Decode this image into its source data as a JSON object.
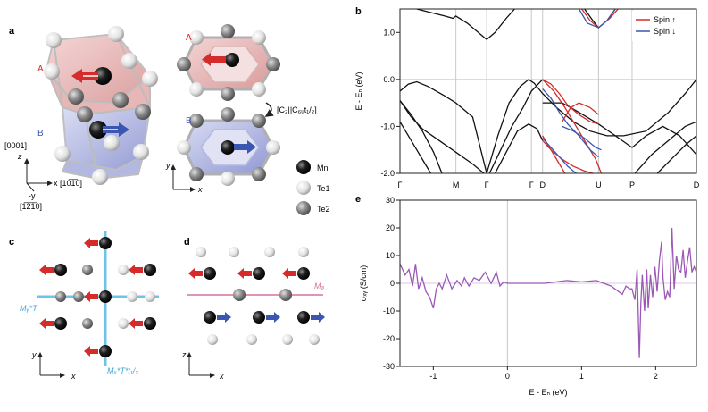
{
  "panels": {
    "a": {
      "label": "a",
      "sublattice_a": "A",
      "sublattice_b": "B",
      "operation": "[C₂||C₆ᵤt₁/₂]",
      "axis_0001": "[0001]",
      "axis_z": "z",
      "axis_x": "x [10̅1̅0]",
      "axis_neg_y": "-y",
      "axis_1210": "[1̅2̅1̅0]",
      "axis_y2": "y",
      "axis_x2": "x",
      "legend": [
        "Mn",
        "Te1",
        "Te2"
      ]
    },
    "c": {
      "label": "c",
      "m1": "Mᵧ*T",
      "m2": "Mₓ*T*t₁/₂",
      "axis_y": "y",
      "axis_x": "x"
    },
    "d": {
      "label": "d",
      "mz": "Mᵩ",
      "axis_z": "z",
      "axis_x": "x"
    },
    "b": {
      "label": "b"
    },
    "e": {
      "label": "e"
    }
  },
  "chart_data": [
    {
      "type": "line",
      "panel": "b",
      "ylabel": "E - Eₙ (eV)",
      "ylim": [
        -2.0,
        1.5
      ],
      "yticks": [
        "1.0",
        "0.0",
        "-1.0",
        "-2.0"
      ],
      "yticks_values": [
        1.0,
        0.0,
        -1.0,
        -2.0
      ],
      "kpath": [
        "Γ",
        "M",
        "Γ",
        "Γ",
        "D",
        "U",
        "P",
        "D"
      ],
      "kpath_positions": [
        0,
        1.0,
        1.55,
        2.35,
        2.55,
        3.55,
        4.15,
        5.3
      ],
      "legend": [
        "Spin ↑",
        "Spin ↓"
      ],
      "colors": {
        "spin_up": "#d62b2b",
        "spin_down": "#3a56b0",
        "degenerate": "#111111",
        "grid": "#c8c8c8"
      },
      "series": [
        {
          "color": "#111111",
          "x": [
            0.3,
            0.8,
            0.95,
            1.0,
            1.2,
            1.4,
            1.55
          ],
          "y": [
            1.5,
            1.35,
            1.3,
            1.35,
            1.2,
            1.0,
            0.85
          ]
        },
        {
          "color": "#111111",
          "x": [
            1.55,
            1.7,
            1.9,
            2.05
          ],
          "y": [
            0.85,
            1.0,
            1.3,
            1.5
          ]
        },
        {
          "color": "#111111",
          "x": [
            3.3,
            3.45,
            3.55,
            3.7,
            3.85
          ],
          "y": [
            1.5,
            1.25,
            1.1,
            1.25,
            1.5
          ]
        },
        {
          "color": "#d62b2b",
          "x": [
            3.25,
            3.4,
            3.55,
            3.75,
            3.9
          ],
          "y": [
            1.5,
            1.25,
            1.1,
            1.3,
            1.5
          ]
        },
        {
          "color": "#3a56b0",
          "x": [
            3.2,
            3.35,
            3.55,
            3.7,
            3.85
          ],
          "y": [
            1.5,
            1.2,
            1.1,
            1.25,
            1.5
          ]
        },
        {
          "color": "#111111",
          "x": [
            0,
            0.15,
            0.3,
            0.5,
            0.8,
            1.0,
            1.3,
            1.55
          ],
          "y": [
            -0.25,
            -0.1,
            -0.05,
            -0.15,
            -0.35,
            -0.5,
            -0.8,
            -2.0
          ]
        },
        {
          "color": "#111111",
          "x": [
            0,
            0.2,
            0.4,
            0.7,
            1.0,
            1.3,
            1.5
          ],
          "y": [
            -0.45,
            -0.8,
            -1.05,
            -1.3,
            -1.55,
            -1.8,
            -2.0
          ]
        },
        {
          "color": "#111111",
          "x": [
            0,
            0.15,
            0.3,
            0.45,
            0.55
          ],
          "y": [
            -0.9,
            -1.2,
            -1.5,
            -1.8,
            -2.0
          ]
        },
        {
          "color": "#111111",
          "x": [
            0,
            0.2,
            0.4,
            0.6,
            0.75
          ],
          "y": [
            -0.45,
            -0.75,
            -1.1,
            -1.55,
            -2.0
          ]
        },
        {
          "color": "#111111",
          "x": [
            1.55,
            1.75,
            1.95,
            2.15,
            2.3,
            2.4,
            2.55
          ],
          "y": [
            -2.0,
            -1.2,
            -0.5,
            -0.15,
            0.0,
            -0.08,
            -0.3
          ]
        },
        {
          "color": "#111111",
          "x": [
            1.6,
            1.8,
            2.0,
            2.2,
            2.35,
            2.55
          ],
          "y": [
            -2.0,
            -1.5,
            -1.0,
            -0.6,
            -0.25,
            0.0
          ]
        },
        {
          "color": "#111111",
          "x": [
            1.7,
            1.9,
            2.1,
            2.3,
            2.45,
            2.55
          ],
          "y": [
            -2.0,
            -1.55,
            -1.1,
            -0.95,
            -1.05,
            -1.3
          ]
        },
        {
          "color": "#111111",
          "x": [
            2.55,
            2.9,
            3.2,
            3.55,
            3.85,
            4.15
          ],
          "y": [
            -0.5,
            -0.5,
            -0.7,
            -0.95,
            -1.2,
            -1.45
          ]
        },
        {
          "color": "#111111",
          "x": [
            2.55,
            2.8,
            3.1,
            3.4,
            3.7,
            4.0,
            4.4,
            4.8,
            5.1,
            5.3
          ],
          "y": [
            -0.3,
            -0.6,
            -0.9,
            -1.1,
            -1.2,
            -1.2,
            -1.1,
            -0.7,
            -0.3,
            0.0
          ]
        },
        {
          "color": "#111111",
          "x": [
            4.15,
            4.4,
            4.7,
            5.0,
            5.3
          ],
          "y": [
            -1.45,
            -1.2,
            -1.0,
            -1.2,
            -1.6
          ]
        },
        {
          "color": "#111111",
          "x": [
            4.2,
            4.5,
            4.8,
            5.1,
            5.3
          ],
          "y": [
            -2.0,
            -1.6,
            -1.3,
            -1.0,
            -0.9
          ]
        },
        {
          "color": "#111111",
          "x": [
            4.6,
            4.85,
            5.1,
            5.3
          ],
          "y": [
            -2.0,
            -1.7,
            -1.4,
            -1.2
          ]
        },
        {
          "color": "#d62b2b",
          "x": [
            2.55,
            2.7,
            2.85,
            3.0,
            3.2,
            3.4,
            3.55
          ],
          "y": [
            0.0,
            -0.1,
            -0.3,
            -0.55,
            -0.75,
            -0.9,
            -0.95
          ]
        },
        {
          "color": "#d62b2b",
          "x": [
            2.55,
            2.75,
            2.95,
            3.15,
            3.35,
            3.5,
            3.6
          ],
          "y": [
            0.0,
            -0.25,
            -0.6,
            -1.0,
            -1.4,
            -1.7,
            -2.0
          ]
        },
        {
          "color": "#d62b2b",
          "x": [
            2.55,
            2.7,
            2.9,
            3.1,
            3.3,
            3.45
          ],
          "y": [
            -1.3,
            -1.5,
            -1.7,
            -1.85,
            -1.95,
            -2.0
          ]
        },
        {
          "color": "#d62b2b",
          "x": [
            2.55,
            2.65,
            2.75,
            2.85,
            2.95
          ],
          "y": [
            -1.2,
            -1.4,
            -1.6,
            -1.8,
            -2.0
          ]
        },
        {
          "color": "#d62b2b",
          "x": [
            2.9,
            3.05,
            3.2,
            3.4,
            3.55
          ],
          "y": [
            -0.9,
            -0.6,
            -0.5,
            -0.6,
            -0.75
          ]
        },
        {
          "color": "#3a56b0",
          "x": [
            2.55,
            2.7,
            2.85,
            3.0,
            3.2,
            3.4,
            3.55
          ],
          "y": [
            -0.2,
            -0.4,
            -0.7,
            -0.95,
            -1.2,
            -1.5,
            -1.65
          ]
        },
        {
          "color": "#3a56b0",
          "x": [
            2.55,
            2.7,
            2.85,
            3.0,
            3.15
          ],
          "y": [
            -1.25,
            -1.45,
            -1.65,
            -1.85,
            -2.0
          ]
        },
        {
          "color": "#3a56b0",
          "x": [
            2.9,
            3.1,
            3.3,
            3.5,
            3.6
          ],
          "y": [
            -1.0,
            -1.1,
            -1.25,
            -1.45,
            -1.5
          ]
        }
      ]
    },
    {
      "type": "line",
      "panel": "e",
      "xlabel": "E - Eₙ (eV)",
      "ylabel": "σₓᵧ (S/cm)",
      "xlim": [
        -1.45,
        2.55
      ],
      "ylim": [
        -30,
        30
      ],
      "xticks": [
        -1,
        0,
        1,
        2
      ],
      "xtick_labels": [
        "-1",
        "0",
        "1",
        "2"
      ],
      "yticks": [
        30,
        20,
        10,
        0,
        -10,
        -20,
        -30
      ],
      "ytick_labels": [
        "30",
        "20",
        "10",
        "0",
        "-10",
        "-20",
        "-30"
      ],
      "color": "#9b59b6",
      "series": [
        {
          "x": [
            -1.45,
            -1.38,
            -1.33,
            -1.28,
            -1.24,
            -1.2,
            -1.15,
            -1.1,
            -1.05,
            -1.0,
            -0.96,
            -0.92,
            -0.88,
            -0.82,
            -0.75,
            -0.68,
            -0.62,
            -0.58,
            -0.52,
            -0.45,
            -0.38,
            -0.3,
            -0.22,
            -0.15,
            -0.1,
            -0.05,
            0.0,
            0.2,
            0.5,
            0.8,
            1.0,
            1.2,
            1.4,
            1.5,
            1.55,
            1.6,
            1.65,
            1.68,
            1.72,
            1.75,
            1.78,
            1.8,
            1.82,
            1.85,
            1.88,
            1.9,
            1.93,
            1.96,
            1.99,
            2.02,
            2.05,
            2.08,
            2.1,
            2.13,
            2.16,
            2.19,
            2.22,
            2.25,
            2.28,
            2.31,
            2.34,
            2.37,
            2.4,
            2.43,
            2.46,
            2.49,
            2.52,
            2.55
          ],
          "y": [
            7,
            3,
            5,
            -1,
            7,
            -2,
            2,
            -3,
            -5,
            -9,
            -2,
            0,
            -2,
            3,
            -2,
            1,
            -1,
            2,
            -1,
            2,
            1,
            4,
            0,
            4,
            -1,
            0.5,
            0,
            0,
            0,
            1,
            0.5,
            1,
            -1,
            -3,
            -4,
            -1,
            -2,
            -2,
            -6,
            5,
            -27,
            -7,
            3,
            -10,
            5,
            -9,
            3,
            -5,
            6,
            -3,
            8,
            15,
            2,
            -6,
            -3,
            -5,
            20,
            -2,
            10,
            5,
            4,
            12,
            2,
            8,
            13,
            4,
            6,
            4
          ]
        }
      ]
    }
  ]
}
